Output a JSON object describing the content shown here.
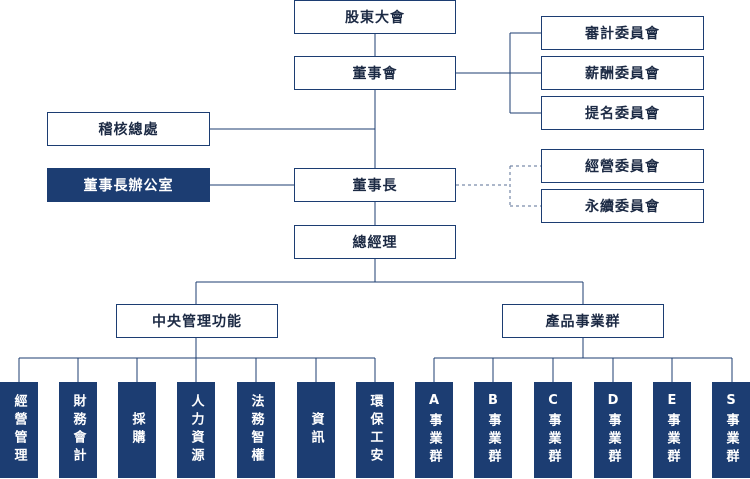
{
  "top": {
    "shareholders": "股東大會",
    "board": "董事會",
    "chairman": "董事長",
    "president": "總經理"
  },
  "committees": {
    "audit": "審計委員會",
    "compensation": "薪酬委員會",
    "nomination": "提名委員會",
    "management": "經營委員會",
    "sustainability": "永續委員會"
  },
  "side": {
    "audit_office": "稽核總處",
    "chairman_office": "董事長辦公室"
  },
  "groups": {
    "central": "中央管理功能",
    "product": "產品事業群"
  },
  "central_units": [
    "經營管理",
    "財務會計",
    "採購",
    "人力資源",
    "法務智權",
    "資訊",
    "環保工安"
  ],
  "product_units": [
    "A事業群",
    "B事業群",
    "C事業群",
    "D事業群",
    "E事業群",
    "S事業群"
  ],
  "colors": {
    "primary": "#1c3d72",
    "line": "#1c3d72",
    "dashed": "#5a6f96"
  }
}
